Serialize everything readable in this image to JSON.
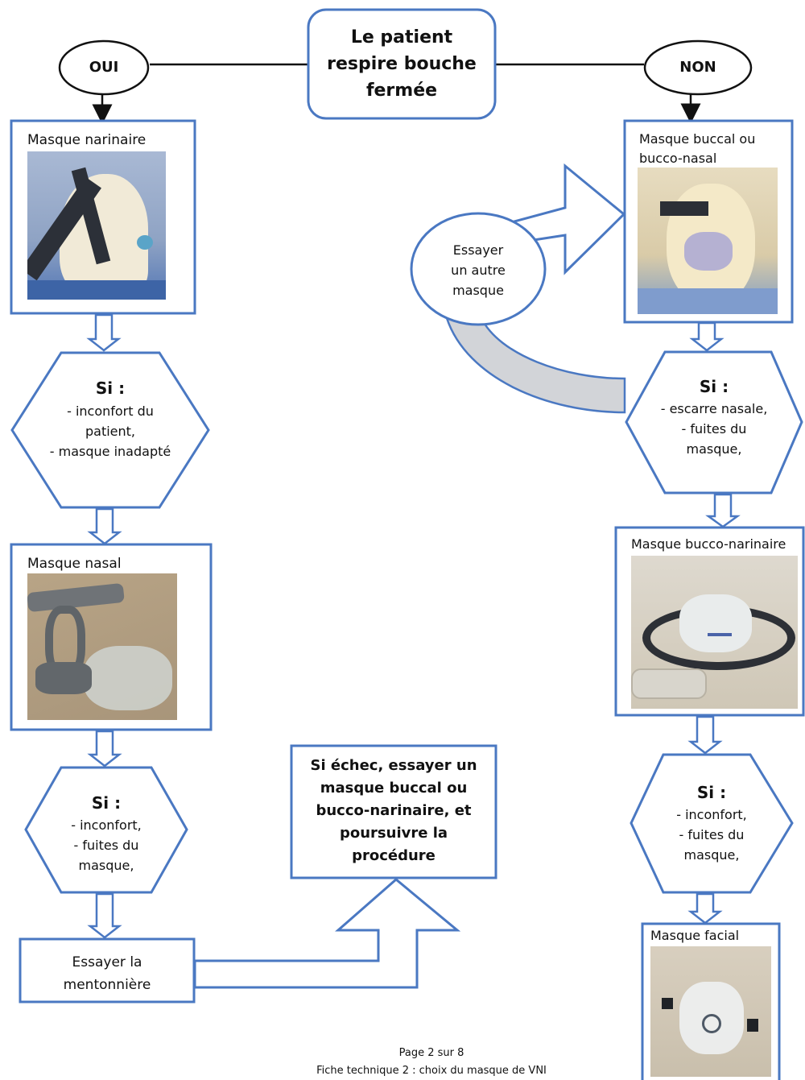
{
  "colors": {
    "blue": "#4a78c2",
    "arrow_fill": "#ffffff",
    "curve_fill": "#d2d4d8",
    "text": "#111111"
  },
  "start": {
    "line1": "Le patient",
    "line2": "respire bouche",
    "line3": "fermée"
  },
  "oui": "OUI",
  "non": "NON",
  "left": {
    "mask1": {
      "title": "Masque narinaire",
      "image": "nasal-pillow-mask-photo"
    },
    "cond1": {
      "head": "Si :",
      "l1": "- inconfort du",
      "l2": "patient,",
      "l3": "- masque inadapté"
    },
    "mask2": {
      "title": "Masque nasal",
      "image": "nasal-mask-photo"
    },
    "cond2": {
      "head": "Si :",
      "l1": "- inconfort,",
      "l2": "- fuites du",
      "l3": "masque,"
    },
    "chin": {
      "l1": "Essayer la",
      "l2": "mentonnière"
    }
  },
  "fail_box": {
    "l1": "Si échec, essayer un",
    "l2": "masque buccal ou",
    "l3": "bucco-narinaire, et",
    "l4": "poursuivre la",
    "l5": "procédure"
  },
  "right": {
    "retry": {
      "l1": "Essayer",
      "l2": "un autre",
      "l3": "masque"
    },
    "mask1": {
      "title_l1": "Masque buccal ou",
      "title_l2": "bucco-nasal",
      "image": "oral-mask-photo"
    },
    "cond1": {
      "head": "Si :",
      "l1": "- escarre nasale,",
      "l2": "- fuites du",
      "l3": "masque,"
    },
    "mask2": {
      "title": "Masque bucco-narinaire",
      "image": "oronasal-mask-photo"
    },
    "cond2": {
      "head": "Si :",
      "l1": "- inconfort,",
      "l2": "- fuites du",
      "l3": "masque,"
    },
    "mask3": {
      "title": "Masque facial",
      "image": "full-face-mask-photo"
    }
  },
  "footer": {
    "page": "Page 2 sur 8",
    "caption": "Fiche technique 2 : choix du masque de VNI"
  }
}
